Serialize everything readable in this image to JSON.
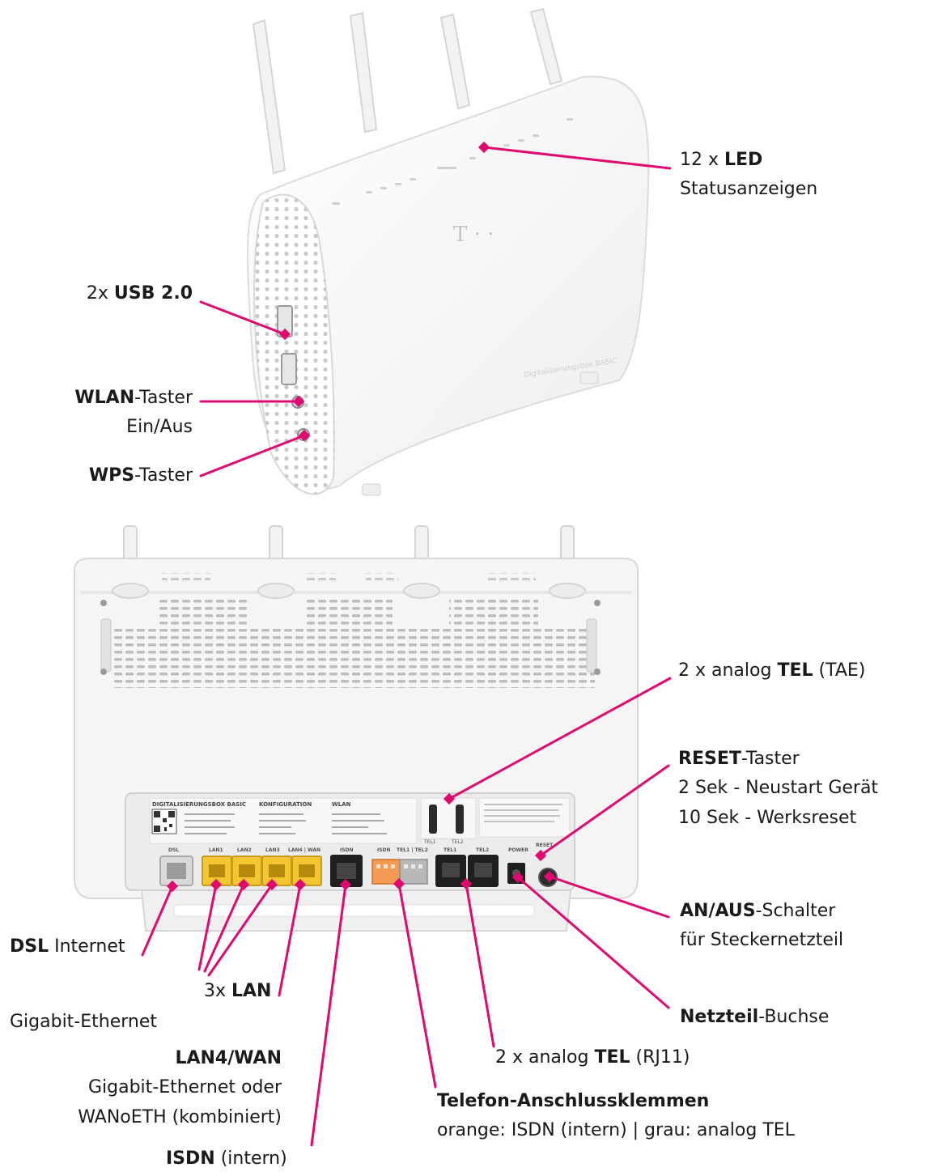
{
  "colors": {
    "callout": "#e0096f",
    "body": "#f4f4f4",
    "panel": "#ececec",
    "text": "#1a1a1a"
  },
  "device": {
    "front_brand_mark": "T · ·",
    "front_side_text": "Digitalisierungsbox BASIC",
    "sticker_headers": [
      "DIGITALISIERUNGSBOX BASIC",
      "KONFIGURATION",
      "WLAN"
    ],
    "port_labels": [
      "DSL",
      "LAN1",
      "LAN2",
      "LAN3",
      "LAN4 | WAN",
      "ISDN",
      "ISDN",
      "TEL1 | TEL2",
      "TEL1",
      "TEL2",
      "POWER",
      "RESET"
    ],
    "tae_labels": [
      "TEL1",
      "TEL2"
    ]
  },
  "labels": {
    "led": {
      "count": "12 x ",
      "name": "LED",
      "line2": "Statusanzeigen"
    },
    "usb": {
      "count": "2x ",
      "name": "USB 2.0"
    },
    "wlan": {
      "name": "WLAN",
      "suffix": "-Taster",
      "line2": "Ein/Aus"
    },
    "wps": {
      "name": "WPS",
      "suffix": "-Taster"
    },
    "tae": {
      "prefix": "2 x analog ",
      "name": "TEL",
      "suffix": " (TAE)"
    },
    "reset": {
      "name": "RESET",
      "suffix": "-Taster",
      "line2": "2 Sek - Neustart Gerät",
      "line3": "10 Sek - Werksreset"
    },
    "power_switch": {
      "name": "AN/AUS",
      "suffix": "-Schalter",
      "line2": "für Steckernetzteil"
    },
    "dsl": {
      "name": "DSL",
      "suffix": " Internet"
    },
    "lan": {
      "count": "3x ",
      "name": "LAN"
    },
    "gigabit": "Gigabit-Ethernet",
    "netzteil": {
      "name": "Netzteil",
      "suffix": "-Buchse"
    },
    "lan4": {
      "name": "LAN4/WAN",
      "line2": "Gigabit-Ethernet oder",
      "line3": "WANoETH (kombiniert)"
    },
    "rj11": {
      "prefix": "2 x analog ",
      "name": "TEL",
      "suffix": " (RJ11)"
    },
    "klemmen": {
      "name": "Telefon-Anschlussklemmen",
      "line2": "orange: ISDN (intern) | grau: analog TEL"
    },
    "isdn": {
      "name": "ISDN",
      "suffix": " (intern)"
    }
  }
}
